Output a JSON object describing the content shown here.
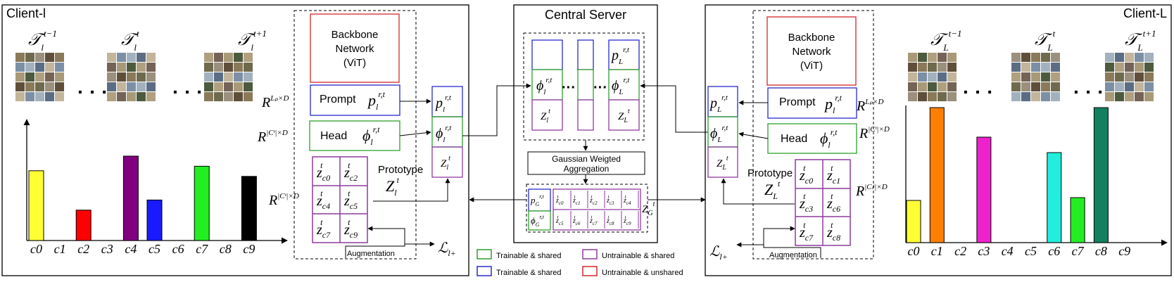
{
  "client_l": {
    "title": "Client-l",
    "tasks": [
      {
        "sym": "𝒯",
        "sub": "l",
        "sup": "t−1"
      },
      {
        "sym": "𝒯",
        "sub": "l",
        "sup": "t"
      },
      {
        "sym": "𝒯",
        "sub": "l",
        "sup": "t+1"
      }
    ],
    "class_labels": [
      "c0",
      "c1",
      "c2",
      "c3",
      "c4",
      "c5",
      "c6",
      "c7",
      "c8",
      "c9"
    ],
    "bars": [
      {
        "cls": "c0",
        "value": 0.62,
        "color": "#ffff33"
      },
      {
        "cls": "c2",
        "value": 0.27,
        "color": "#ff0000"
      },
      {
        "cls": "c4",
        "value": 0.75,
        "color": "#800080"
      },
      {
        "cls": "c5",
        "value": 0.36,
        "color": "#1a1aff"
      },
      {
        "cls": "c7",
        "value": 0.66,
        "color": "#22ee22"
      },
      {
        "cls": "c9",
        "value": 0.57,
        "color": "#000000"
      }
    ],
    "backbone": [
      "Backbone",
      "Network",
      "(ViT)"
    ],
    "prompt_label": "Prompt",
    "prompt_sym": "p",
    "prompt_sub": "l",
    "prompt_sup": "r,t",
    "prompt_dim_base": "R",
    "prompt_dim_sup": "Lₚ×D",
    "head_label": "Head",
    "head_sym": "ϕ",
    "head_sub": "l",
    "head_sup": "r,t",
    "head_dim_base": "R",
    "head_dim_sup": "|Cᵗ|×D",
    "prototype_label": "Prototype",
    "proto_sym": "Z",
    "proto_sub": "l",
    "proto_sup": "t",
    "proto_dim_base": "R",
    "proto_dim_sup": "|Cᵗ|×D",
    "proto_cells": [
      "c0",
      "c2",
      "c4",
      "c5",
      "c7",
      "c9"
    ],
    "augmentation": "Augmentation",
    "upload": [
      {
        "sym": "p",
        "sub": "l",
        "sup": "r,t"
      },
      {
        "sym": "ϕ",
        "sub": "l",
        "sup": "r,t"
      },
      {
        "sym": "Z",
        "sub": "l",
        "sup": "t"
      }
    ],
    "loss": "ℒ",
    "loss_sub": "l+"
  },
  "client_L": {
    "title": "Client-L",
    "tasks": [
      {
        "sym": "𝒯",
        "sub": "L",
        "sup": "t−1"
      },
      {
        "sym": "𝒯",
        "sub": "L",
        "sup": "t"
      },
      {
        "sym": "𝒯",
        "sub": "L",
        "sup": "t+1"
      }
    ],
    "class_labels": [
      "c0",
      "c1",
      "c2",
      "c3",
      "c4",
      "c5",
      "c6",
      "c7",
      "c8",
      "c9"
    ],
    "bars": [
      {
        "cls": "c0",
        "value": 0.3,
        "color": "#ffff33"
      },
      {
        "cls": "c1",
        "value": 0.96,
        "color": "#ff8000"
      },
      {
        "cls": "c3",
        "value": 0.75,
        "color": "#ee22cc"
      },
      {
        "cls": "c6",
        "value": 0.64,
        "color": "#22eedd"
      },
      {
        "cls": "c7",
        "value": 0.32,
        "color": "#22ee22"
      },
      {
        "cls": "c8",
        "value": 0.96,
        "color": "#138060"
      }
    ],
    "backbone": [
      "Backbone",
      "Network",
      "(ViT)"
    ],
    "prompt_label": "Prompt",
    "prompt_sym": "p",
    "prompt_sub": "l",
    "prompt_sup": "r,t",
    "prompt_dim_base": "R",
    "prompt_dim_sup": "Lₚ×D",
    "head_label": "Head",
    "head_sym": "ϕ",
    "head_sub": "l",
    "head_sup": "r,t",
    "head_dim_base": "R",
    "head_dim_sup": "|Cᵗ|×D",
    "prototype_label": "Prototype",
    "proto_sym": "Z",
    "proto_sub": "L",
    "proto_sup": "t",
    "proto_dim_base": "R",
    "proto_dim_sup": "|Cₗᵗ|×D",
    "proto_cells": [
      "c0",
      "c1",
      "c3",
      "c6",
      "c7",
      "c8"
    ],
    "augmentation": "Augmentation",
    "upload": [
      {
        "sym": "p",
        "sub": "L",
        "sup": "r,t"
      },
      {
        "sym": "ϕ",
        "sub": "L",
        "sup": "r,t"
      },
      {
        "sym": "Z",
        "sub": "L",
        "sup": "t"
      }
    ],
    "loss": "ℒ",
    "loss_sub": "l+"
  },
  "server": {
    "title": "Central Server",
    "col_left": [
      {
        "sym": "",
        "sub": "",
        "sup": ""
      },
      {
        "sym": "ϕ",
        "sub": "l",
        "sup": "r,t"
      },
      {
        "sym": "Z",
        "sub": "l",
        "sup": "t"
      }
    ],
    "col_right": [
      {
        "sym": "p",
        "sub": "L",
        "sup": "r,t"
      },
      {
        "sym": "ϕ",
        "sub": "L",
        "sup": "r,t"
      },
      {
        "sym": "Z",
        "sub": "L",
        "sup": "t"
      }
    ],
    "dots": "· · ·",
    "aggregation": [
      "Gaussian Weigted",
      "Aggregation"
    ],
    "global_p": {
      "sym": "p",
      "sub": "G",
      "sup": "r,t"
    },
    "global_phi": {
      "sym": "ϕ",
      "sub": "G",
      "sup": "r,t"
    },
    "global_cells": [
      "c0",
      "c1",
      "c2",
      "c3",
      "c4",
      "c5",
      "c6",
      "c7",
      "c8",
      "c9"
    ],
    "global_z": {
      "sym": "Z",
      "sub": "G",
      "sup": "t"
    }
  },
  "legend": [
    {
      "label": "Trainable & shared",
      "color": "#2ca02c"
    },
    {
      "label": "Untrainable & shared",
      "color": "#8e3a9e"
    },
    {
      "label": "Trainable & shared",
      "color": "#2a2acc"
    },
    {
      "label": "Untrainable & unshared",
      "color": "#d62728"
    }
  ],
  "colors": {
    "green": "#2ca02c",
    "purple": "#8e3a9e",
    "blue": "#2a2acc",
    "red": "#d62728"
  }
}
